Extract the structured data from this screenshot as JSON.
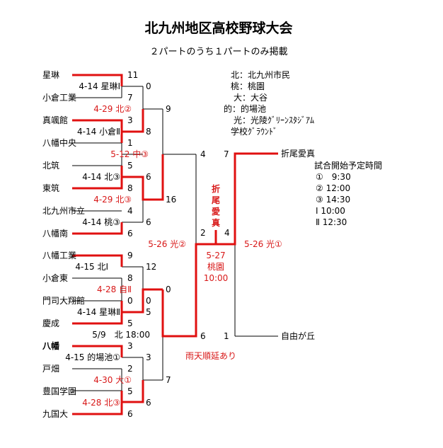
{
  "title": "北九州地区高校野球大会",
  "subtitle": "２パートのうち１パートのみ掲載",
  "teams_left": [
    "星琳",
    "小倉工業",
    "真颯館",
    "八幡中央",
    "北筑",
    "東筑",
    "北九州市立",
    "八幡南",
    "八幡工業",
    "小倉東",
    "門司大翔館",
    "慶成",
    "八幡",
    "戸畑",
    "豊国学園",
    "九国大"
  ],
  "teams_right": [
    "折尾愛真",
    "自由が丘"
  ],
  "matches": [
    "4-14 星琳Ⅰ",
    "4-14 小倉Ⅱ",
    "4-14 北③",
    "4-14 桃③",
    "4-15 北Ⅰ",
    "4-14 星琳Ⅱ",
    "4-15 的場池①",
    "4-28 北③",
    "4-29 北②",
    "4-29 北③",
    "4-28 自Ⅱ",
    "4-30 大①",
    "5-12 中③",
    "5/9　北 18:00",
    "5-26 光②",
    "5-26 光①"
  ],
  "final": {
    "date": "5-27",
    "venue": "桃園",
    "time": "10:00"
  },
  "scores": [
    "11",
    "7",
    "3",
    "1",
    "5",
    "8",
    "4",
    "6",
    "9",
    "8",
    "0",
    "5",
    "3",
    "2",
    "5",
    "6",
    "0",
    "8",
    "9",
    "16",
    "12",
    "0",
    "0",
    "5",
    "3",
    "7",
    "4",
    "7",
    "6",
    "1",
    "2",
    "4"
  ],
  "champion": [
    "折",
    "尾",
    "愛",
    "真"
  ],
  "legend": [
    "北：北九州市民",
    "桃：桃園",
    "大：大谷",
    "的：的場池",
    "光：光陵ｸﾞﾘｰﾝｽﾀｼﾞｱﾑ",
    "学校ｸﾞﾗｳﾝﾄﾞ"
  ],
  "start_times": {
    "title": "試合開始予定時間",
    "rows": [
      "①　9:30",
      "②  12:00",
      "③  14:30",
      "Ⅰ  10:00",
      "Ⅱ  12:30"
    ]
  },
  "note": "雨天順延あり"
}
